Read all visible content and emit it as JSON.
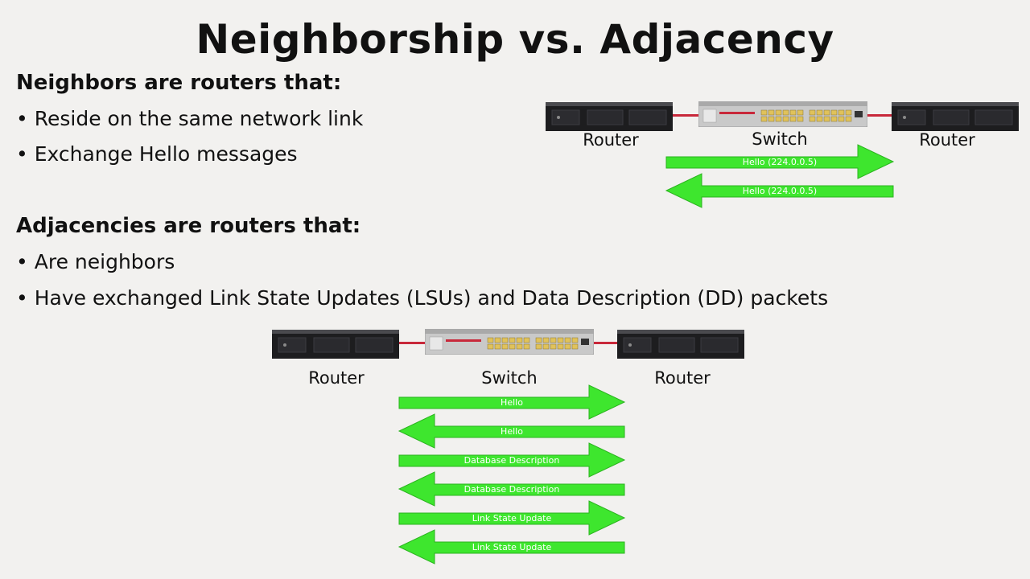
{
  "title": "Neighborship vs. Adjacency",
  "neighbors": {
    "heading": "Neighbors are routers that:",
    "bullets": [
      "Reside on the same network link",
      "Exchange Hello messages"
    ],
    "diagram": {
      "left_label": "Router",
      "middle_label": "Switch",
      "right_label": "Router",
      "messages": [
        {
          "text": "Hello (224.0.0.5)",
          "direction": "right"
        },
        {
          "text": "Hello (224.0.0.5)",
          "direction": "left"
        }
      ]
    }
  },
  "adjacencies": {
    "heading": "Adjacencies are routers that:",
    "bullets": [
      "Are neighbors",
      "Have exchanged Link State Updates (LSUs) and Data Description (DD) packets"
    ],
    "diagram": {
      "left_label": "Router",
      "middle_label": "Switch",
      "right_label": "Router",
      "messages": [
        {
          "text": "Hello",
          "direction": "right"
        },
        {
          "text": "Hello",
          "direction": "left"
        },
        {
          "text": "Database Description",
          "direction": "right"
        },
        {
          "text": "Database Description",
          "direction": "left"
        },
        {
          "text": "Link State Update",
          "direction": "right"
        },
        {
          "text": "Link State Update",
          "direction": "left"
        }
      ]
    }
  },
  "colors": {
    "arrow_fill": "#3ee62e",
    "cable": "#c8283a",
    "router_body": "#1d1d1f",
    "switch_body": "#c9c9c9",
    "port": "#e0c25a"
  },
  "icons": {
    "router": "router-icon",
    "switch": "switch-icon"
  }
}
